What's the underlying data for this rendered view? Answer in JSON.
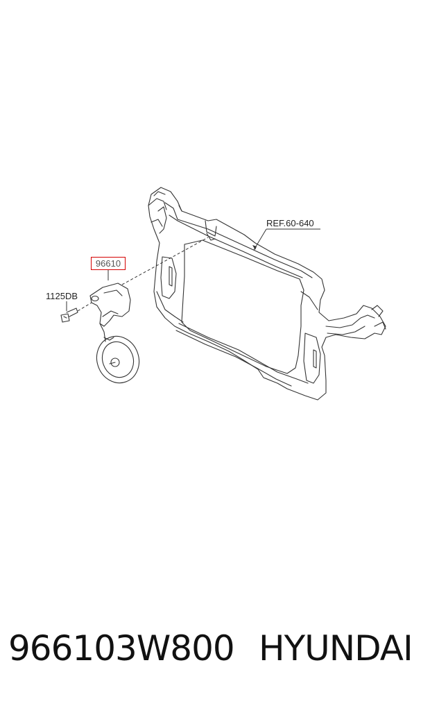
{
  "diagram": {
    "ref_label": "REF.60-640",
    "part_label": "96610",
    "bolt_label": "1125DB",
    "part_label_color": "#d40000"
  },
  "footer": {
    "part_number": "966103W800",
    "brand": "HYUNDAI"
  }
}
